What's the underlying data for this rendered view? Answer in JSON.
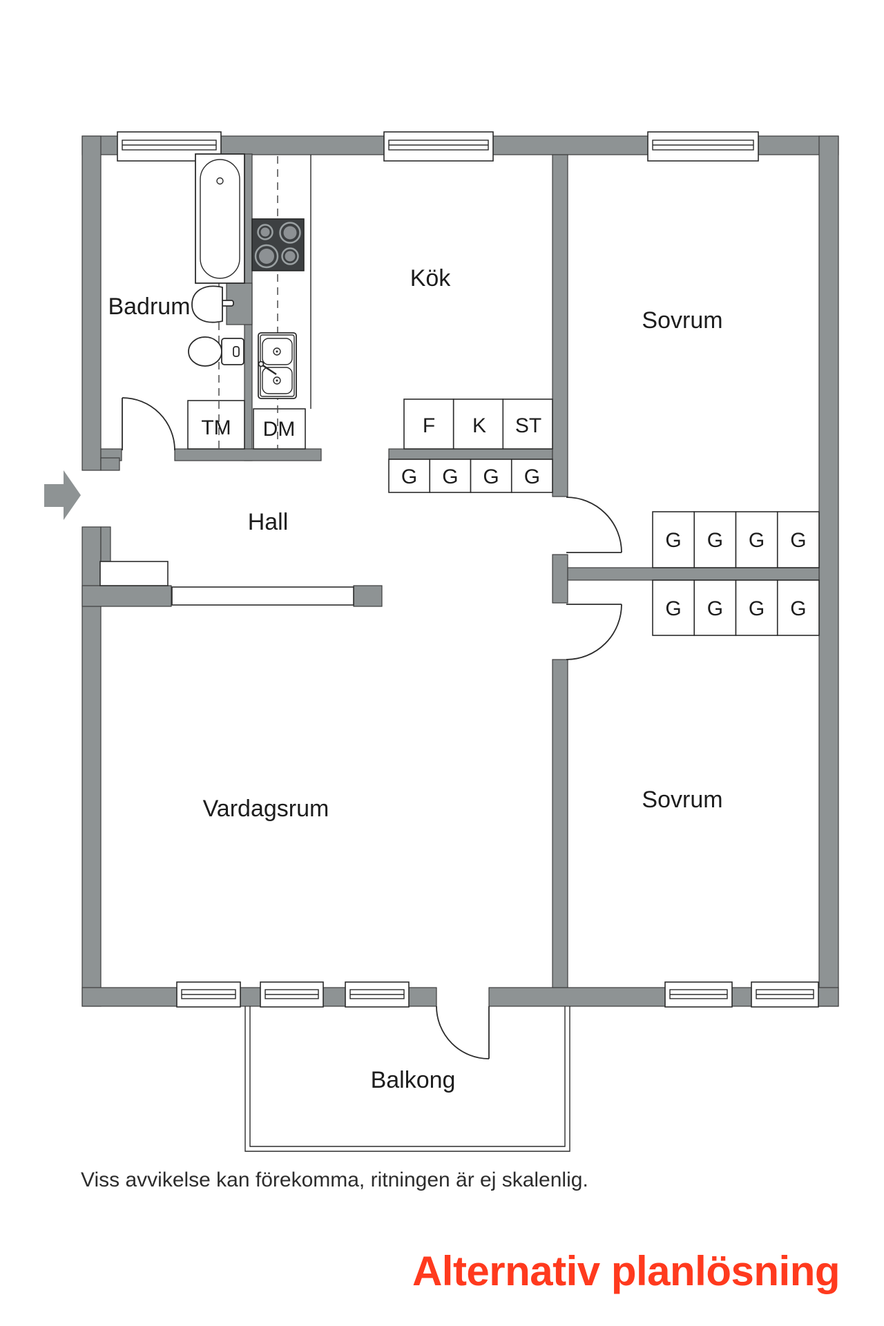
{
  "floorplan": {
    "rooms": {
      "badrum": "Badrum",
      "kok": "Kök",
      "sovrum_top": "Sovrum",
      "hall": "Hall",
      "vardagsrum": "Vardagsrum",
      "sovrum_bottom": "Sovrum",
      "balkong": "Balkong"
    },
    "appliances": {
      "tm": "TM",
      "dm": "DM",
      "f": "F",
      "k": "K",
      "st": "ST",
      "g": "G"
    },
    "colors": {
      "wall": "#8e9394",
      "line": "#2b2b2b",
      "title": "#ff3a1e",
      "stove": "#3d4042"
    }
  },
  "footer": {
    "disclaimer": "Viss avvikelse kan förekomma, ritningen är ej skalenlig.",
    "title": "Alternativ planlösning"
  }
}
